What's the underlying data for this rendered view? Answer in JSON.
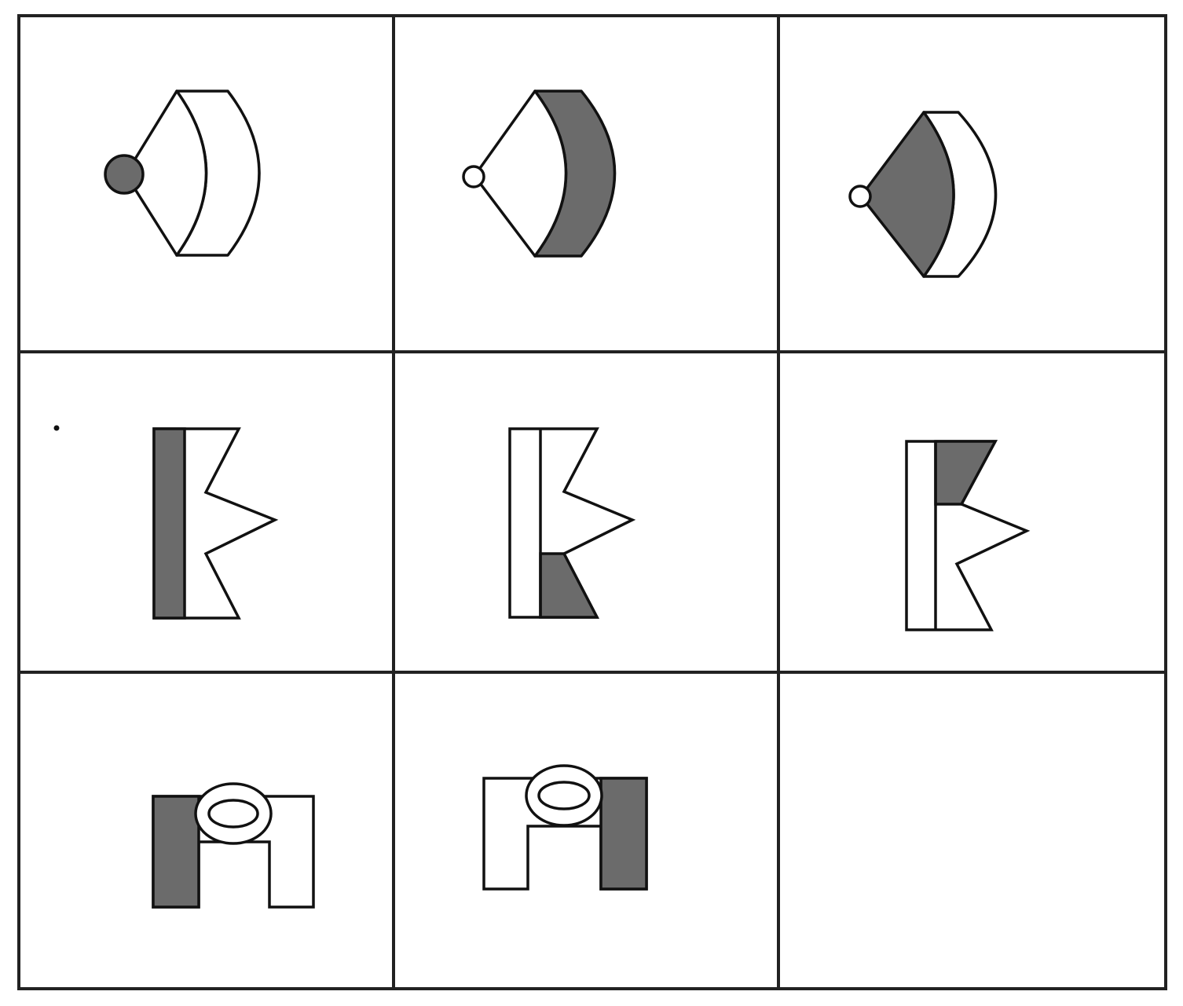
{
  "puzzle": {
    "rows": 3,
    "cols": 3,
    "cells": [
      {
        "shape": "fan-with-arc",
        "circle_fill": "dark",
        "shaded_part": "none"
      },
      {
        "shape": "fan-with-arc",
        "circle_fill": "white",
        "shaded_part": "outer-band"
      },
      {
        "shape": "fan-with-arc",
        "circle_fill": "white",
        "shaded_part": "inner-fan"
      },
      {
        "shape": "zigzag-bracket",
        "shaded_part": "left-strip"
      },
      {
        "shape": "zigzag-bracket",
        "shaded_part": "lower-tooth"
      },
      {
        "shape": "zigzag-bracket",
        "shaded_part": "upper-tooth"
      },
      {
        "shape": "ring-bridge",
        "shaded_part": "left-leg"
      },
      {
        "shape": "ring-bridge",
        "shaded_part": "right-leg"
      },
      {
        "shape": "blank",
        "shaded_part": "none"
      }
    ]
  },
  "colors": {
    "line": "#111111",
    "shade": "#6b6b6b",
    "background": "#ffffff"
  }
}
